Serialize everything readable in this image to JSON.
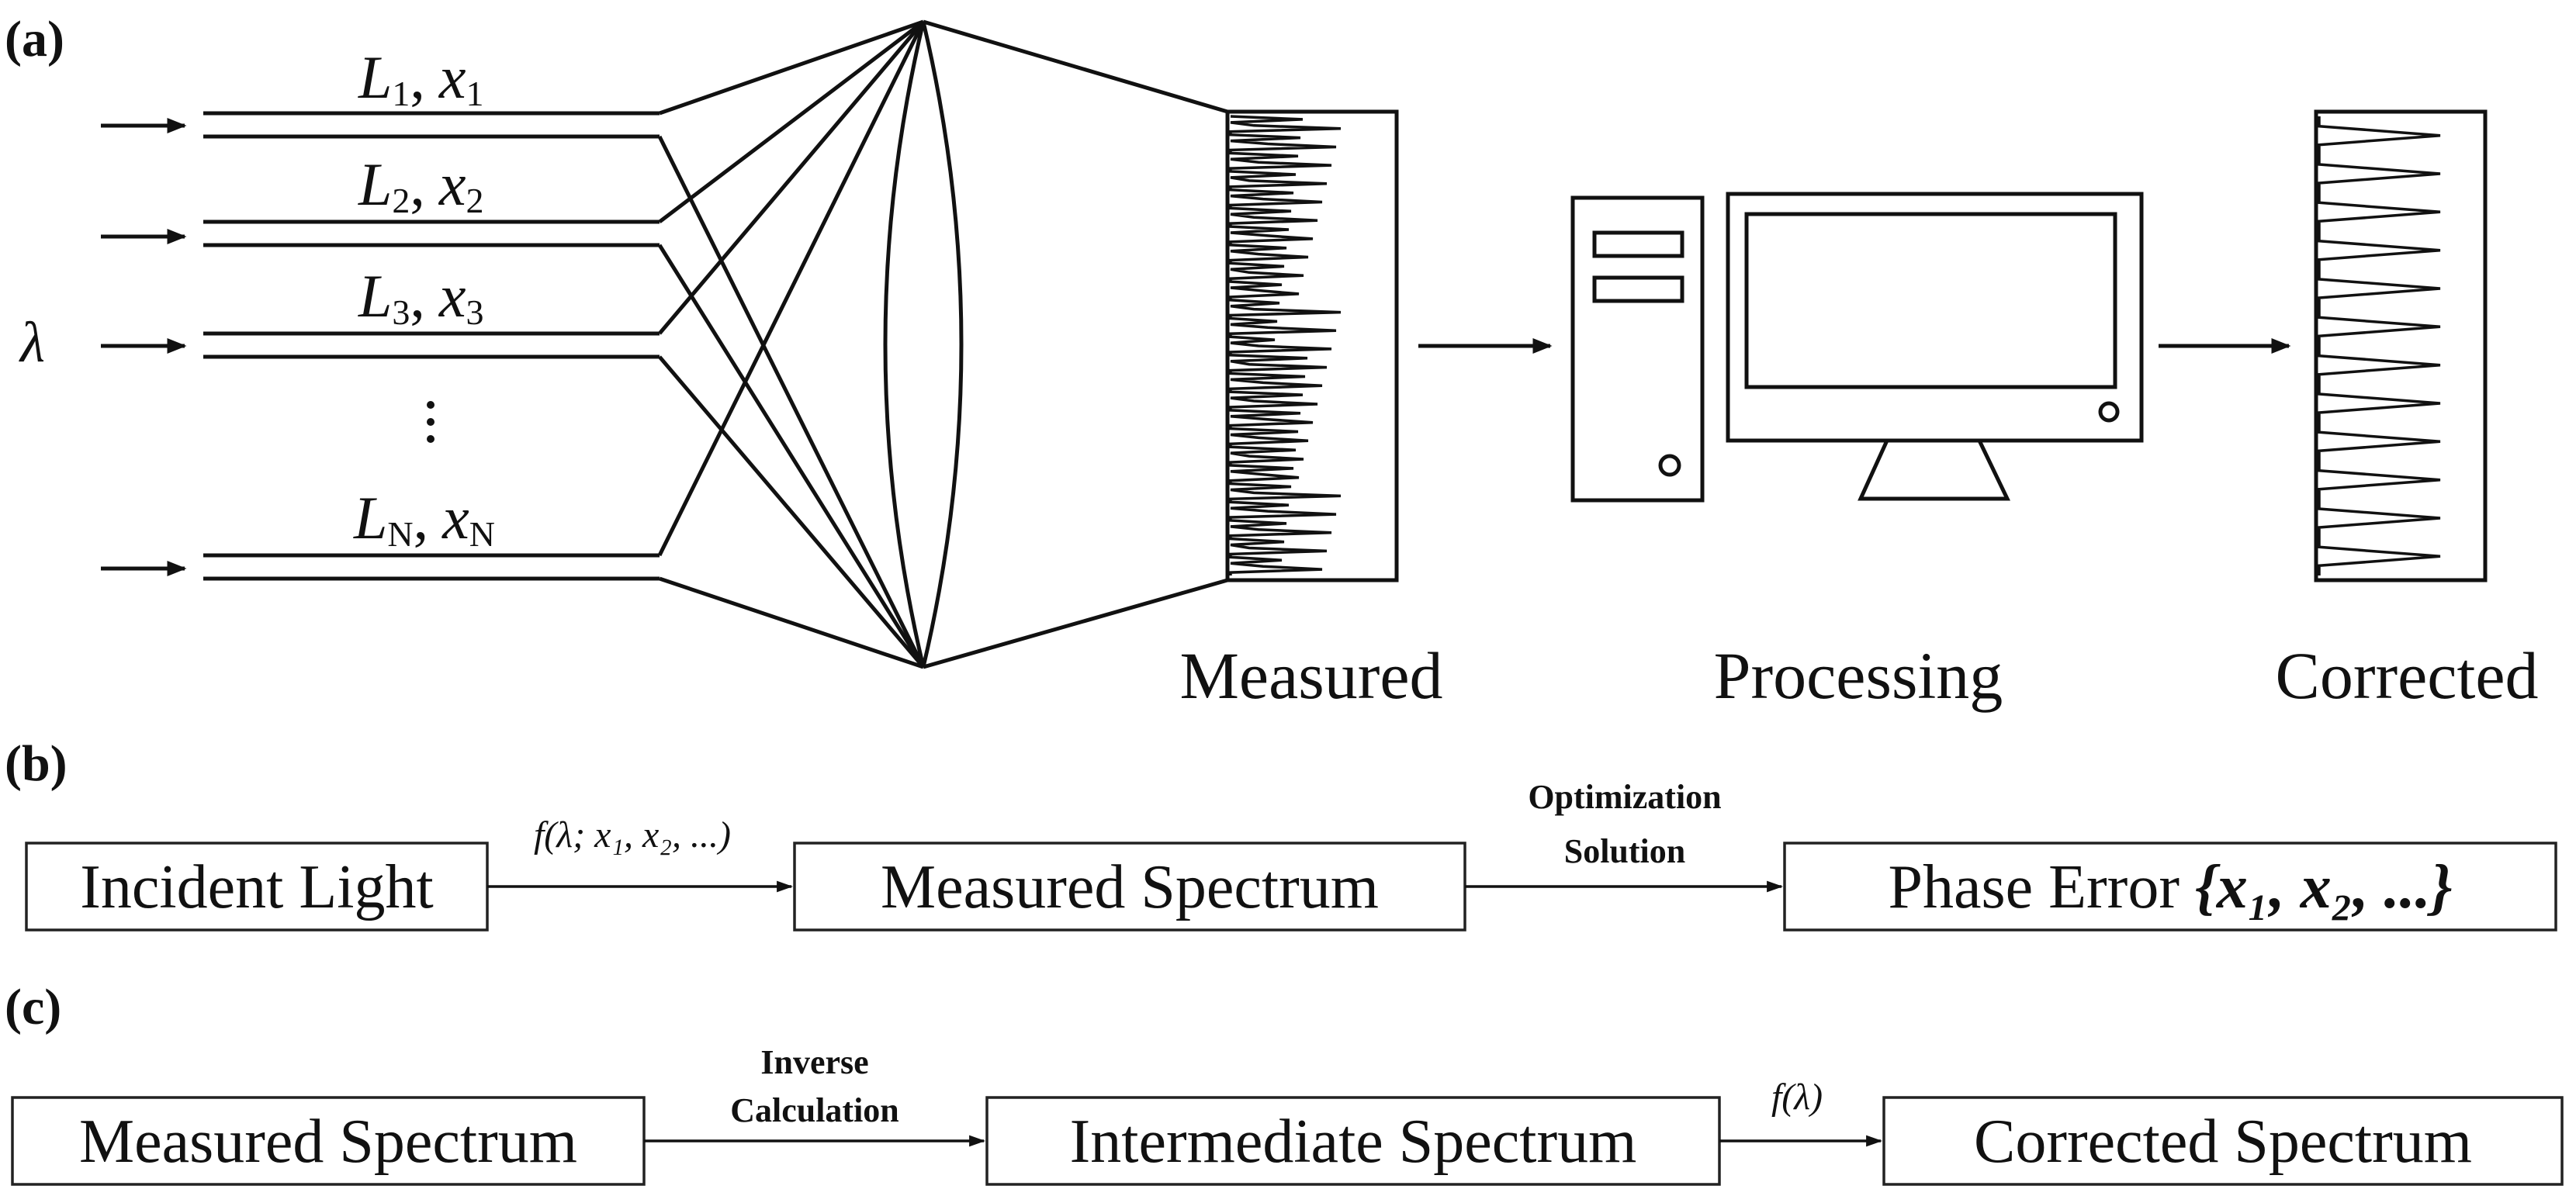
{
  "panel_a": {
    "label": "(a)",
    "lambda_symbol": "λ",
    "waveguides": [
      {
        "L": "L",
        "L_sub": "1",
        "x": "x",
        "x_sub": "1"
      },
      {
        "L": "L",
        "L_sub": "2",
        "x": "x",
        "x_sub": "2"
      },
      {
        "L": "L",
        "L_sub": "3",
        "x": "x",
        "x_sub": "3"
      },
      {
        "L": "L",
        "L_sub": "N",
        "x": "x",
        "x_sub": "N"
      }
    ],
    "separator": ",",
    "ellipsis": "⋮",
    "captions": {
      "measured": "Measured",
      "processing": "Processing",
      "corrected": "Corrected"
    },
    "icons": [
      "arrow-icon",
      "lens-icon",
      "spectrum-icon",
      "computer-tower-icon",
      "monitor-icon"
    ]
  },
  "panel_b": {
    "label": "(b)",
    "boxes": {
      "incident": "Incident Light",
      "measured": "Measured Spectrum",
      "phase_prefix": "Phase Error ",
      "phase_set": "{x₁, x₂, ...}"
    },
    "arrow1_label": "f(λ; x₁, x₂, ...)",
    "arrow2_label_line1": "Optimization",
    "arrow2_label_line2": "Solution"
  },
  "panel_c": {
    "label": "(c)",
    "boxes": {
      "measured": "Measured Spectrum",
      "intermediate": "Intermediate Spectrum",
      "corrected": "Corrected Spectrum"
    },
    "arrow1_label_line1": "Inverse",
    "arrow1_label_line2": "Calculation",
    "arrow2_label": "f(λ)"
  }
}
